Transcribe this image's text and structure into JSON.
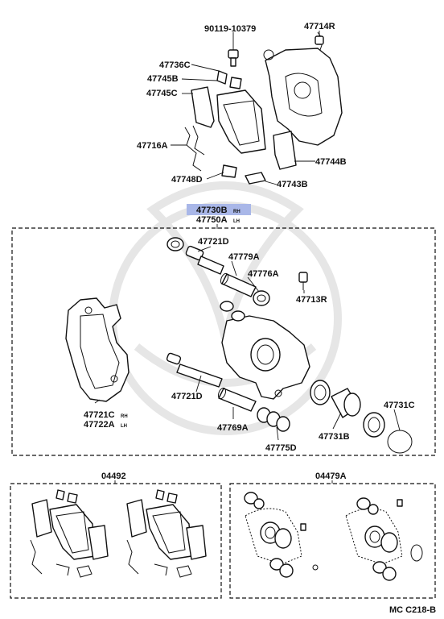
{
  "parts": {
    "p90119": "90119-10379",
    "p47714R": "47714R",
    "p47736C": "47736C",
    "p47745B": "47745B",
    "p47745C": "47745C",
    "p47716A": "47716A",
    "p47744B": "47744B",
    "p47748D": "47748D",
    "p47743B": "47743B",
    "p47730B": "47730B",
    "p47730B_side": "RH",
    "p47750A": "47750A",
    "p47750A_side": "LH",
    "p47721D_top": "47721D",
    "p47779A": "47779A",
    "p47776A": "47776A",
    "p47713R": "47713R",
    "p47721C": "47721C",
    "p47721C_side": "RH",
    "p47722A": "47722A",
    "p47722A_side": "LH",
    "p47721D_bottom": "47721D",
    "p47769A": "47769A",
    "p47775D": "47775D",
    "p47731B": "47731B",
    "p47731C": "47731C",
    "kit04492": "04492",
    "kit04479A": "04479A"
  },
  "footer": {
    "code": "MC C218-B"
  },
  "colors": {
    "highlight": "#a9b7e8",
    "line": "#111111",
    "watermark": "#e6e6e6"
  }
}
